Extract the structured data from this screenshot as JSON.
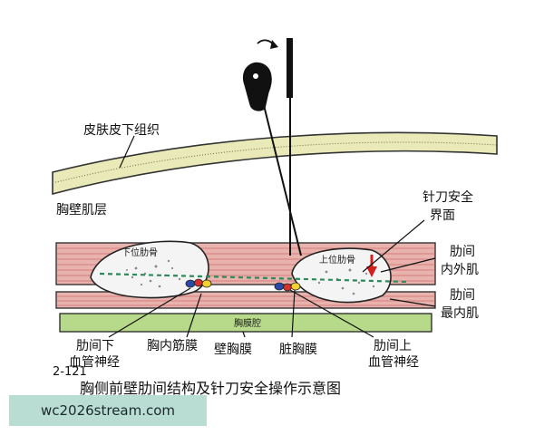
{
  "labels": {
    "skin": "皮肤皮下组织",
    "chest_wall_muscle": "胸壁肌层",
    "safe_interface": "针刀安全\n界面",
    "intercostal_inner_outer": "肋间\n内外肌",
    "innermost_intercostal": "肋间\n最内肌",
    "pleural_cavity": "胸膜腔",
    "lower_rib": "下位肋骨",
    "upper_rib": "上位肋骨",
    "inferior_nvb": "肋间下\n血管神经",
    "endothoracic_fascia": "胸内筋膜",
    "parietal_pleura": "壁胸膜",
    "visceral_pleura": "脏胸膜",
    "superior_nvb": "肋间上\n血管神经"
  },
  "figure_number": "2-121",
  "caption": "胸侧前壁肋间结构及针刀安全操作示意图",
  "watermark": "wc2026stream.com",
  "colors": {
    "skin_layer": "#e9eab8",
    "muscle_layer": "#e8b3ad",
    "muscle_stripe": "#c9505a",
    "pleural_cavity": "#b6d98a",
    "safety_line": "#2a8a5a",
    "arrow_red": "#d22020",
    "vessel_yellow": "#f2d230",
    "vessel_red": "#d8302a",
    "vessel_blue": "#2a4aa8"
  }
}
